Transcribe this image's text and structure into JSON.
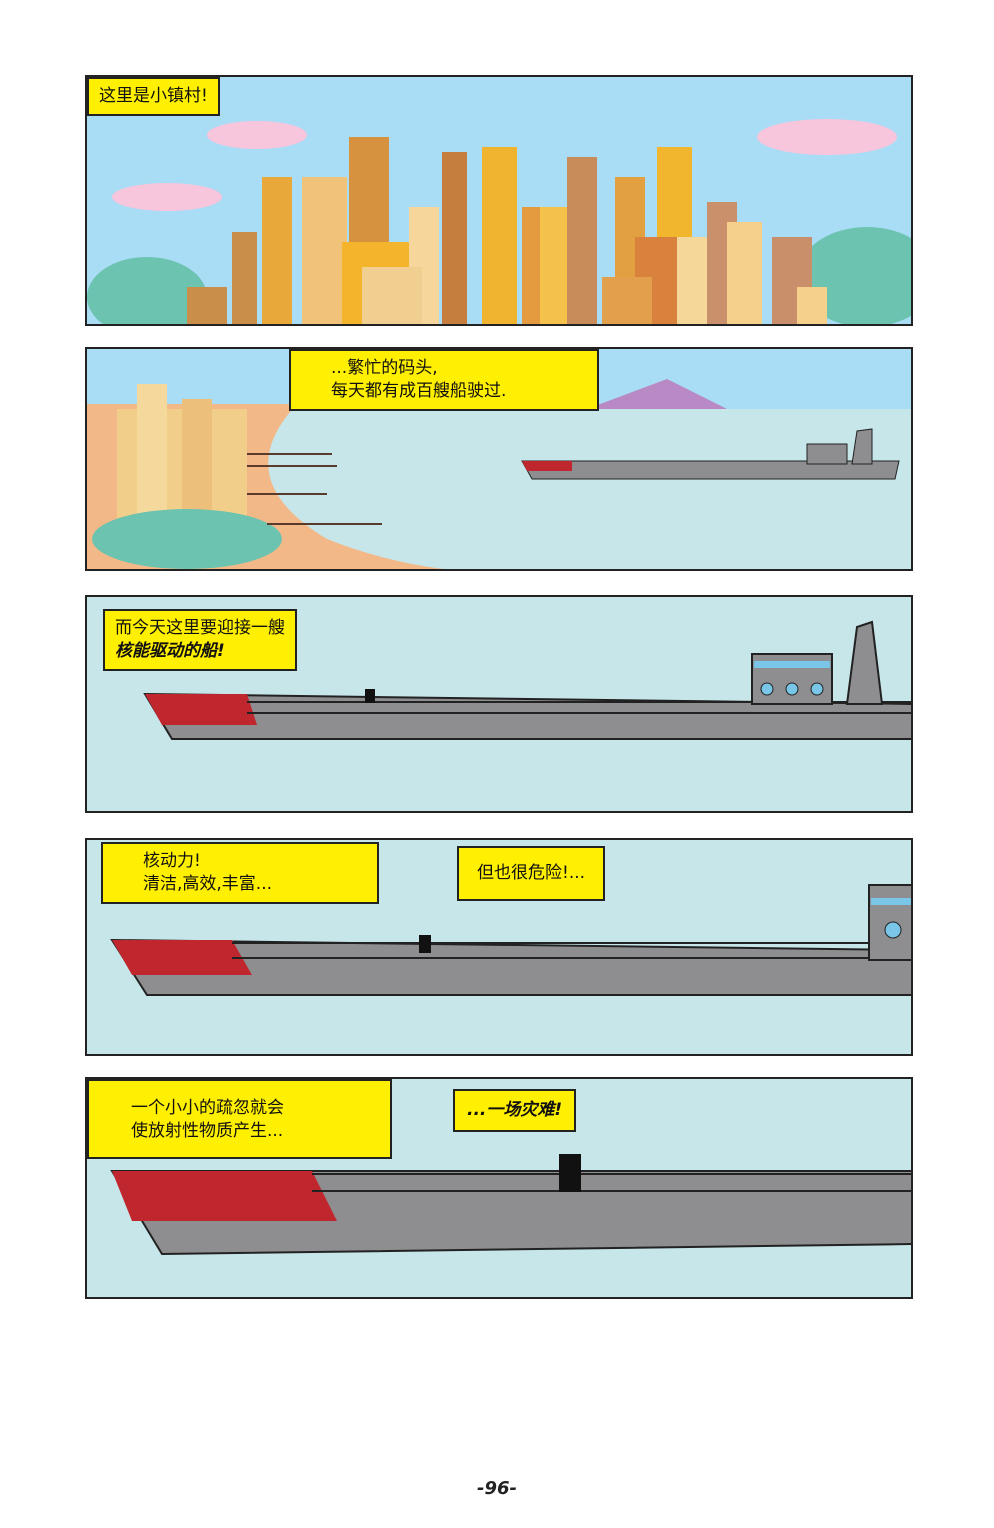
{
  "panels": [
    {
      "captions": [
        {
          "lines": [
            "这里是小镇村!"
          ]
        }
      ]
    },
    {
      "captions": [
        {
          "lines": [
            "...繁忙的码头,",
            "每天都有成百艘船驶过."
          ]
        }
      ]
    },
    {
      "captions": [
        {
          "lines": [
            "而今天这里要迎接一艘",
            "核能驱动的船!"
          ]
        }
      ]
    },
    {
      "captions": [
        {
          "lines": [
            "核动力!",
            "清洁,高效,丰富..."
          ]
        },
        {
          "lines": [
            "但也很危险!..."
          ]
        }
      ]
    },
    {
      "captions": [
        {
          "lines": [
            "一个小小的疏忽就会",
            "使放射性物质产生..."
          ]
        },
        {
          "lines": [
            "...一场灾难!"
          ]
        }
      ]
    }
  ],
  "page_number": "-96-",
  "colors": {
    "caption": "#ffef00",
    "sky": "#a9dcf5",
    "sea": "#c7e6ea",
    "hull": "#8e8e90",
    "bow": "#c0262d"
  }
}
